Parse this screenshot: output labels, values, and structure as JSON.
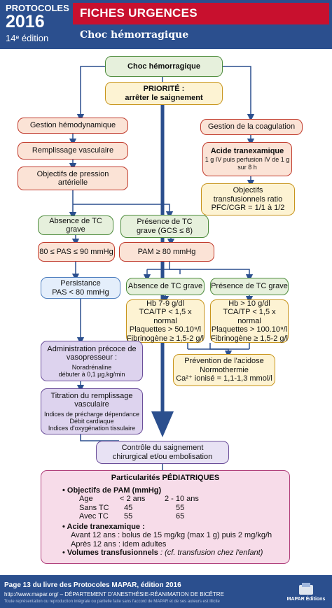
{
  "header": {
    "brand_line1": "PROTOCOLES",
    "brand_year": "2016",
    "brand_edition": "14ᵉ édition",
    "section": "FICHES URGENCES",
    "title": "Choc hémorragique"
  },
  "flow": {
    "root": "Choc hémorragique",
    "priority_title": "PRIORITÉ :",
    "priority_text": "arrêter le saignement",
    "hemo": "Gestion hémodynamique",
    "remplissage": "Remplissage vasculaire",
    "objectifs_pression": "Objectifs de pression artérielle",
    "coag": "Gestion de la coagulation",
    "acide_title": "Acide tranexamique",
    "acide_text": "1 g IV puis perfusion IV de 1 g sur 8 h",
    "objectifs_transf": "Objectifs transfusionnels ratio PFC/CGR = 1/1 à 1/2",
    "absence_tc": "Absence de TC grave",
    "presence_tc": "Présence de TC grave (GCS ≤ 8)",
    "pas_range": "80 ≤ PAS ≤ 90 mmHg",
    "pam": "PAM ≥ 80 mmHg",
    "persistance_1": "Persistance",
    "persistance_2": "PAS < 80 mmHg",
    "absence_tc2": "Absence de TC grave",
    "presence_tc2": "Présence de TC grave",
    "lab_left": [
      "Hb 7-9 g/dl",
      "TCA/TP < 1,5 x normal",
      "Plaquettes > 50.10⁹/l",
      "Fibrinogène ≥ 1,5-2 g/l"
    ],
    "lab_right": [
      "Hb > 10 g/dl",
      "TCA/TP < 1,5 x normal",
      "Plaquettes > 100.10⁹/l",
      "Fibrinogène ≥ 1,5-2 g/l"
    ],
    "vaso_title": "Administration précoce de vasopresseur :",
    "vaso_text_1": "Noradrénaline",
    "vaso_text_2": "débuter à 0,1 µg.kg/min",
    "prevention_1": "Prévention de l'acidose",
    "prevention_2": "Normothermie",
    "prevention_3": "Ca²⁺ ionisé = 1,1-1,3 mmol/l",
    "titration_title": "Titration du remplissage vasculaire",
    "titration_items": [
      "Indices de précharge dépendance",
      "Débit cardiaque",
      "Indices d'oxygénation tissulaire"
    ],
    "controle": "Contrôle du saignement chirurgical et/ou embolisation"
  },
  "pediatric": {
    "title": "Particularités PÉDIATRIQUES",
    "pam_title": "Objectifs de PAM (mmHg)",
    "table": [
      [
        "Age",
        "< 2 ans",
        "2 - 10 ans"
      ],
      [
        "Sans TC",
        "45",
        "55"
      ],
      [
        "Avec TC",
        "55",
        "65"
      ]
    ],
    "acide_title": "Acide tranexamique :",
    "acide_line1": "Avant 12 ans : bolus de 15 mg/kg (max 1 g) puis 2 mg/kg/h",
    "acide_line2": "Après 12 ans : idem adultes",
    "volumes_title": "Volumes transfusionnels",
    "volumes_note": ": (cf. transfusion chez l'enfant)"
  },
  "footer": {
    "line1": "Page 13 du livre des Protocoles MAPAR, édition 2016",
    "line2": "http://www.mapar.org/ – DÉPARTEMENT D'ANESTHÉSIE-RÉANIMATION DE BICÊTRE",
    "line3": "Toute représentation ou reproduction intégrale ou partielle faite sans l'accord de MAPAR et de ses auteurs est illicite",
    "logo": "MAPAR Éditions"
  },
  "colors": {
    "header_blue": "#2b4f8e",
    "header_red": "#c8102e",
    "arrow_blue": "#2b4f8e"
  }
}
